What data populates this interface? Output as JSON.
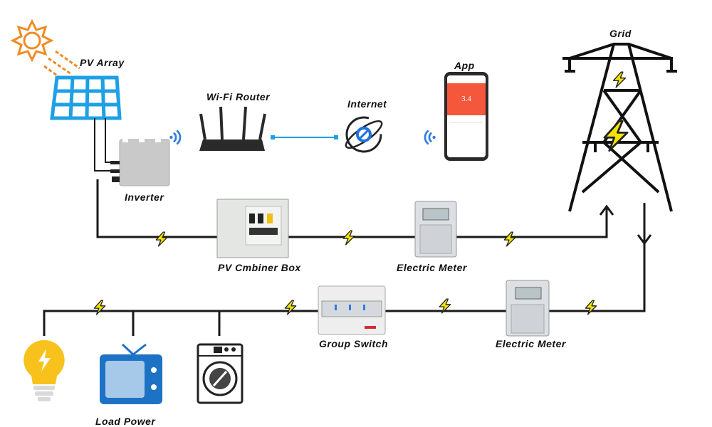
{
  "labels": {
    "pv_array": "PV Array",
    "inverter": "Inverter",
    "wifi_router": "Wi-Fi Router",
    "internet": "Internet",
    "app": "App",
    "grid": "Grid",
    "combiner_box": "PV Cmbiner Box",
    "electric_meter_1": "Electric Meter",
    "group_switch": "Group Switch",
    "electric_meter_2": "Electric Meter",
    "load_power": "Load Power"
  },
  "app_screen": {
    "value": "3.4"
  },
  "colors": {
    "sun": "#f08a24",
    "panel": "#1ea0e6",
    "wifi": "#2f7de1",
    "bolt": "#f5e400",
    "app_header": "#f4573c",
    "wire": "#1a1a1a",
    "bulb": "#f7c21b",
    "tv": "#1d72c6"
  }
}
